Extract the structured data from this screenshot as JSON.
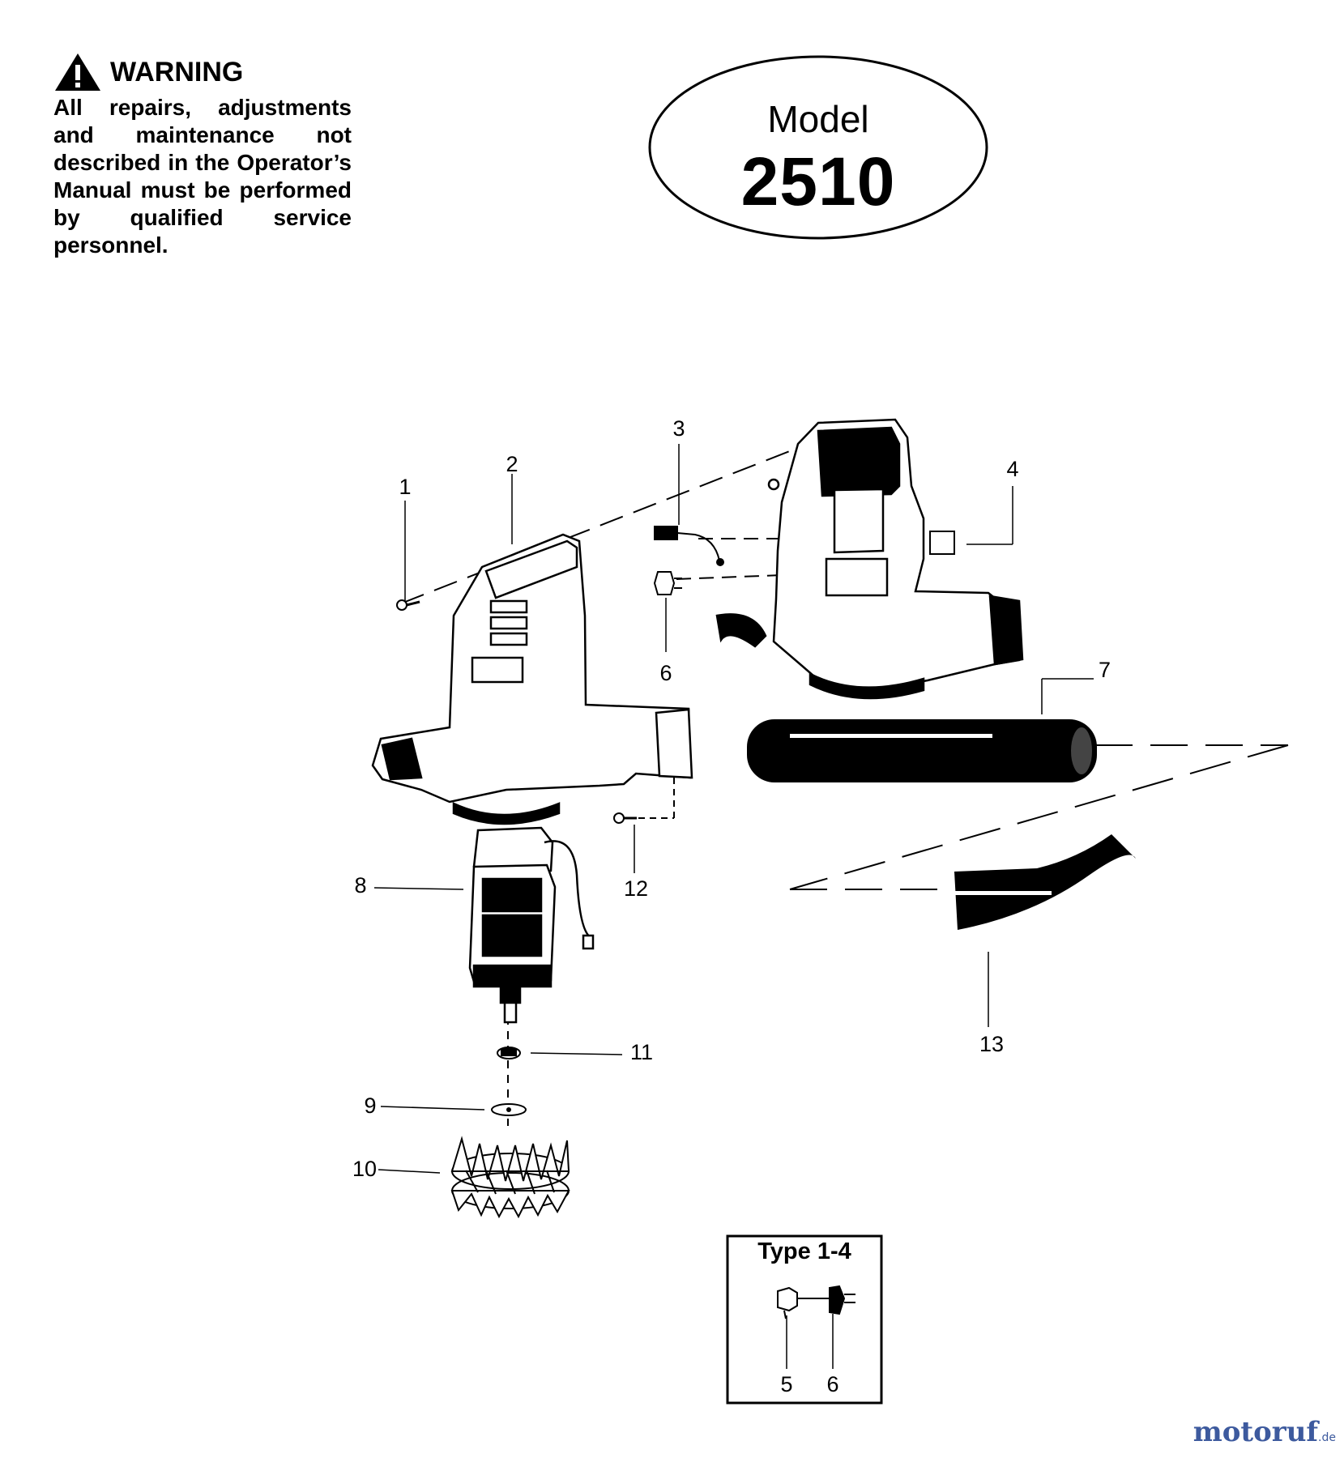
{
  "warning": {
    "heading": "WARNING",
    "text": "All repairs, adjustments and maintenance not described in the Operator’s Manual must be performed by qualified service personnel."
  },
  "model": {
    "label": "Model",
    "number": "2510"
  },
  "callouts": [
    "1",
    "2",
    "3",
    "4",
    "6",
    "7",
    "8",
    "12",
    "11",
    "9",
    "10",
    "13"
  ],
  "inset": {
    "title": "Type 1-4",
    "callouts": [
      "5",
      "6"
    ]
  },
  "watermark": {
    "name": "motoruf",
    "tld": ".de"
  }
}
